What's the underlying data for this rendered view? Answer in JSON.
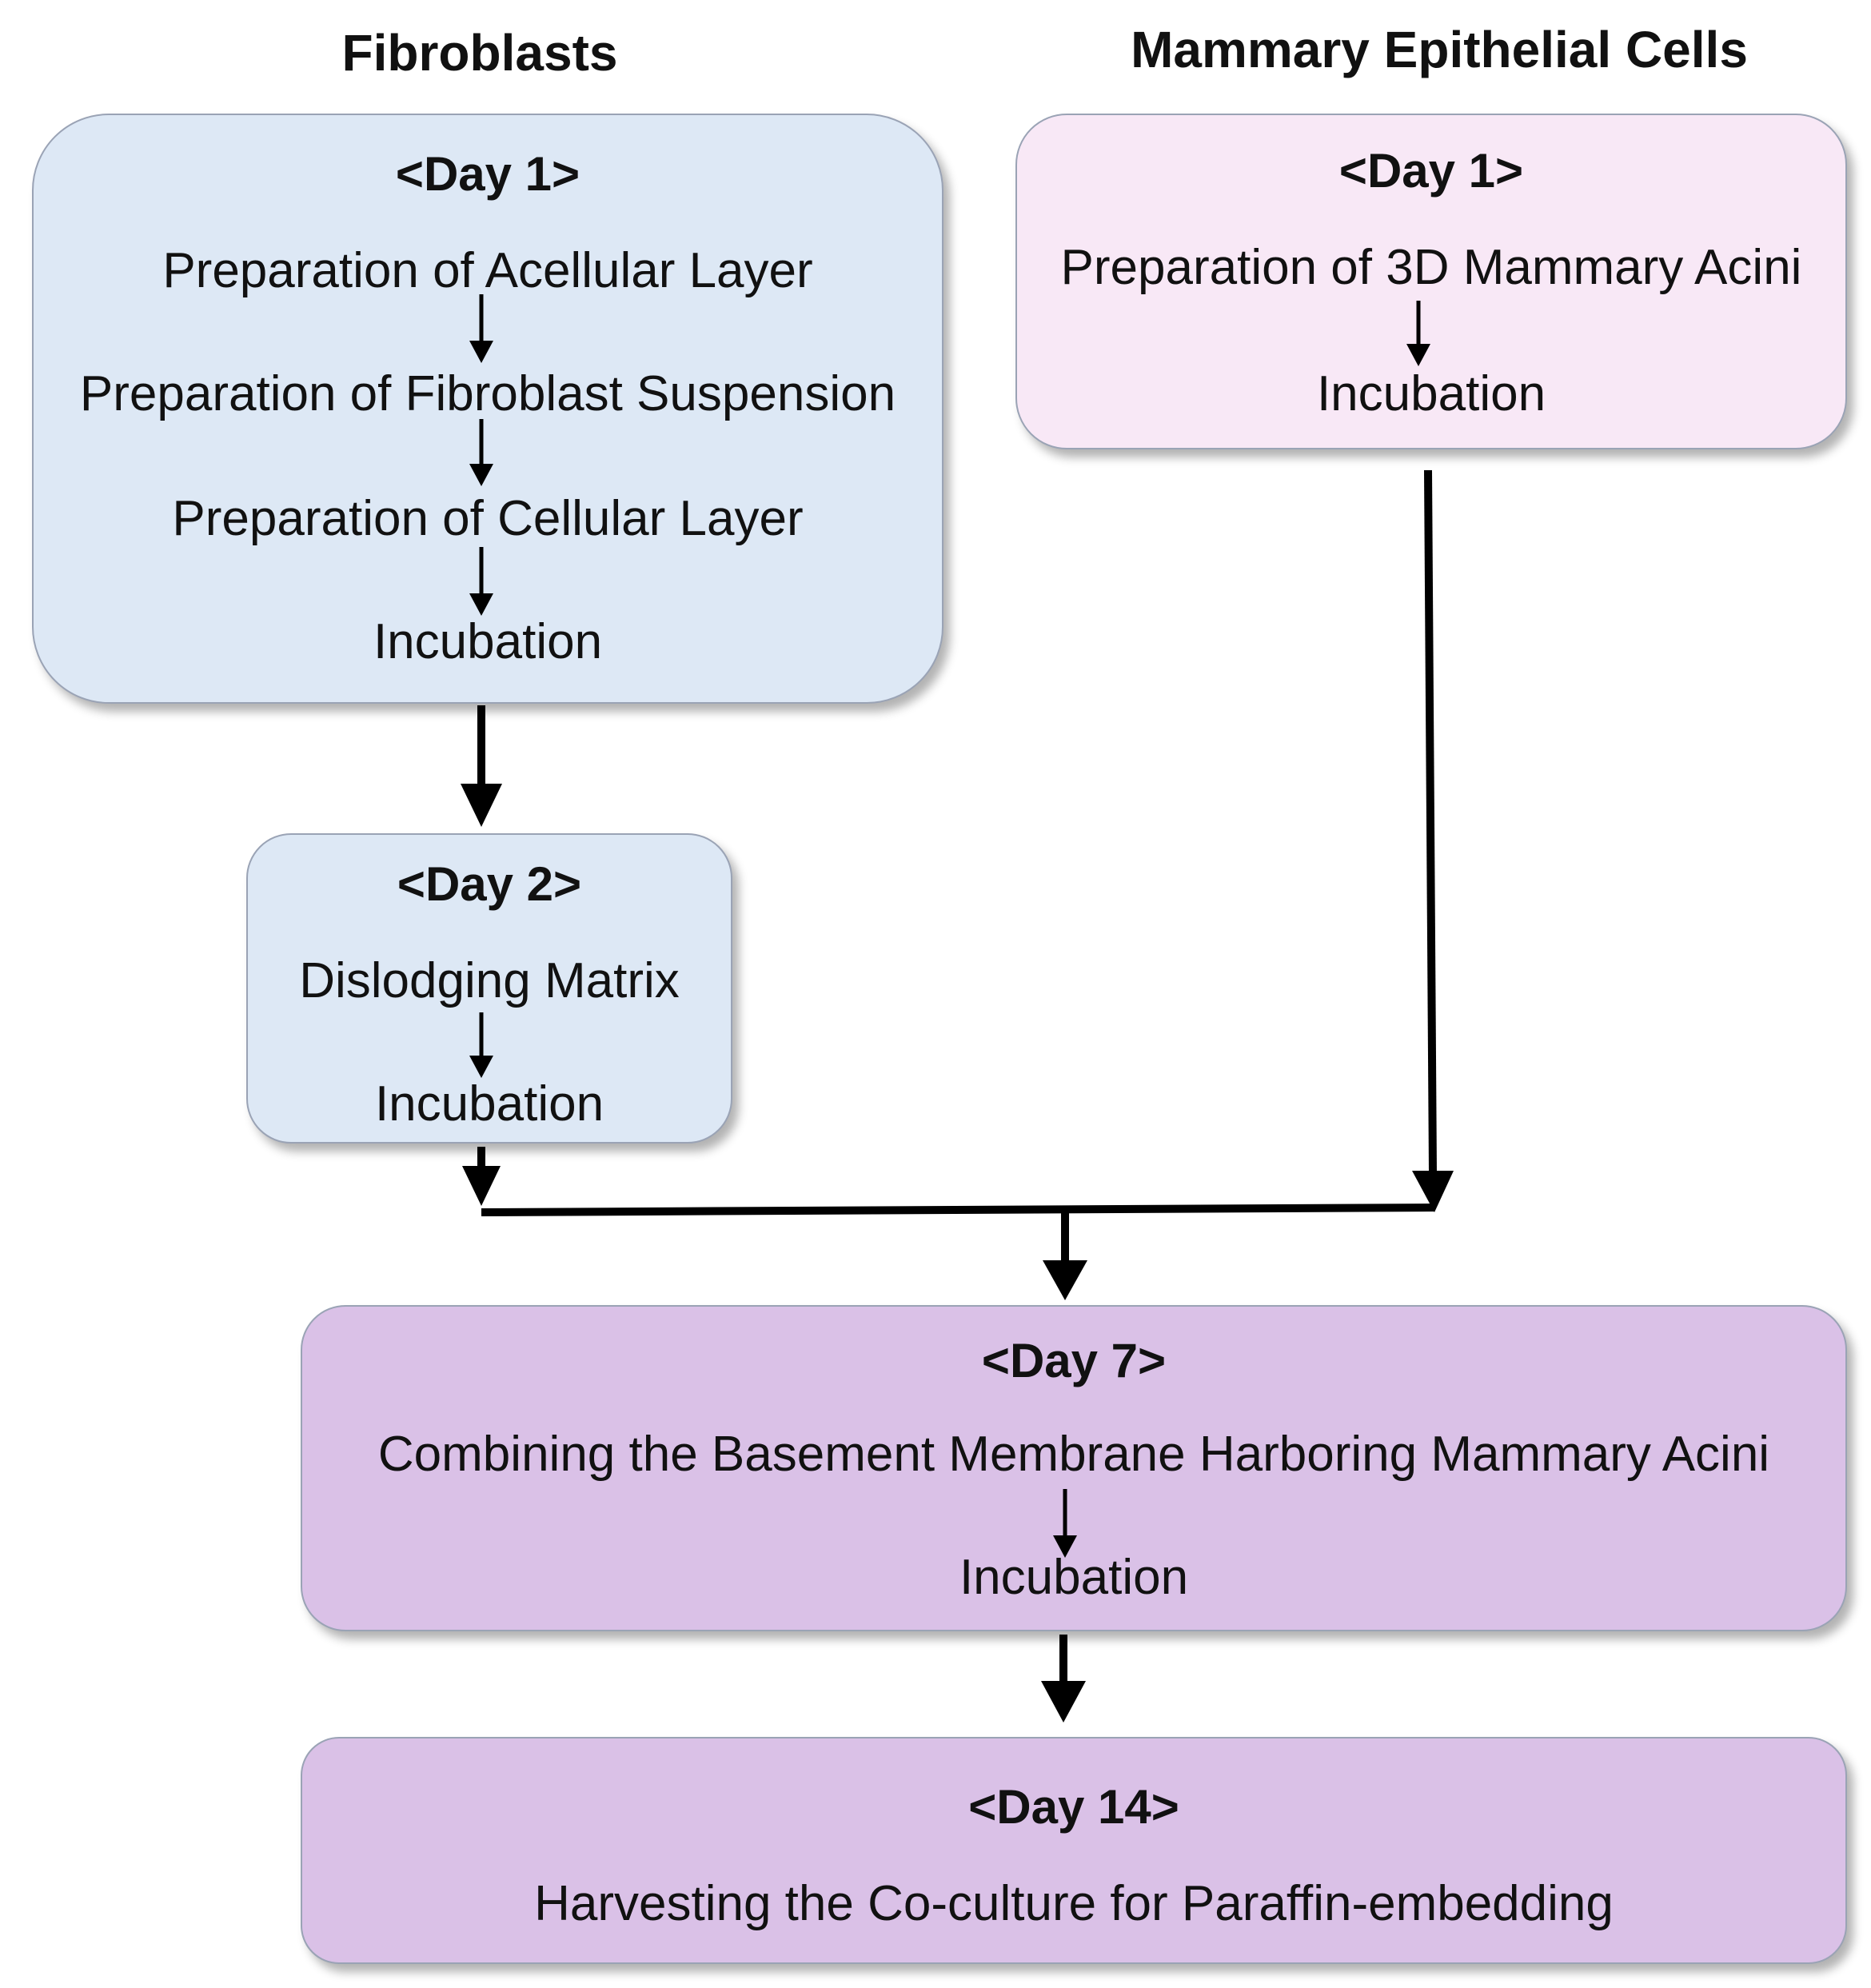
{
  "columns": {
    "left_title": "Fibroblasts",
    "right_title": "Mammary Epithelial Cells"
  },
  "fibroblast_day1": {
    "day": "<Day 1>",
    "steps": [
      "Preparation of Acellular Layer",
      "Preparation of Fibroblast Suspension",
      "Preparation of Cellular Layer",
      "Incubation"
    ]
  },
  "mammary_day1": {
    "day": "<Day 1>",
    "steps": [
      "Preparation of 3D Mammary Acini",
      "Incubation"
    ]
  },
  "fibroblast_day2": {
    "day": "<Day 2>",
    "steps": [
      "Dislodging Matrix",
      "Incubation"
    ]
  },
  "day7": {
    "day": "<Day 7>",
    "steps": [
      "Combining the Basement Membrane Harboring Mammary Acini",
      "Incubation"
    ]
  },
  "day14": {
    "day": "<Day 14>",
    "steps": [
      "Harvesting the Co-culture for Paraffin-embedding"
    ]
  },
  "colors": {
    "fibroblast_box": "#dde8f5",
    "mammary_box": "#f8e8f6",
    "combined_box": "#dac1e7",
    "arrow": "#000000"
  }
}
